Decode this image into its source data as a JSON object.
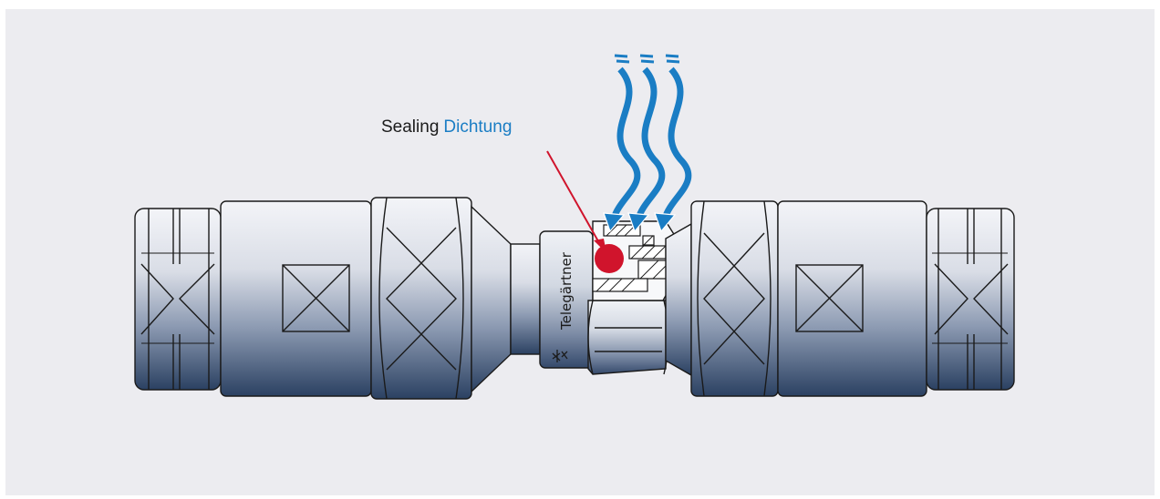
{
  "labels": {
    "sealing_en": "Sealing",
    "sealing_de": "Dichtung",
    "brand": "Telegärtner"
  },
  "colors": {
    "background": "#ececf0",
    "label_en": "#1b1b1b",
    "label_de": "#1a7dc4",
    "water_waves": "#1a7dc4",
    "seal_dot": "#d0142c",
    "arrow": "#d0142c",
    "metal_light": "#eef0f5",
    "metal_dark": "#2a3f60"
  },
  "icons": {
    "water": "wavy-water-arrows-icon",
    "seal": "seal-dot-icon",
    "brand_logo": "telegaertner-logo-icon"
  }
}
